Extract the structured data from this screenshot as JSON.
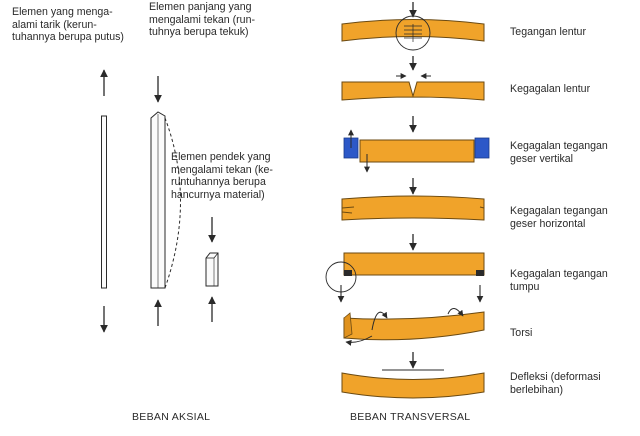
{
  "colors": {
    "beam": "#f0a32a",
    "beam_stroke": "#6b4a12",
    "support": "#2c58c8",
    "ink": "#2a2a2a"
  },
  "axial": {
    "tension_label": "Elemen yang menga-\nalami tarik (kerun-\ntuhannya berupa putus)",
    "long_compression_label": "Elemen panjang yang\nmengalami tekan (run-\ntuhnya berupa tekuk)",
    "short_compression_label": "Elemen pendek yang\nmengalami tekan (ke-\nruntuhannya berupa\nhancurnya material)",
    "caption": "BEBAN AKSIAL"
  },
  "transversal": {
    "items": [
      {
        "label": "Tegangan lentur"
      },
      {
        "label": "Kegagalan lentur"
      },
      {
        "label": "Kegagalan tegangan\ngeser vertikal"
      },
      {
        "label": "Kegagalan tegangan\ngeser horizontal"
      },
      {
        "label": "Kegagalan tegangan\ntumpu"
      },
      {
        "label": "Torsi"
      },
      {
        "label": "Defleksi  (deformasi\nberlebihan)"
      }
    ],
    "caption": "BEBAN TRANSVERSAL"
  }
}
